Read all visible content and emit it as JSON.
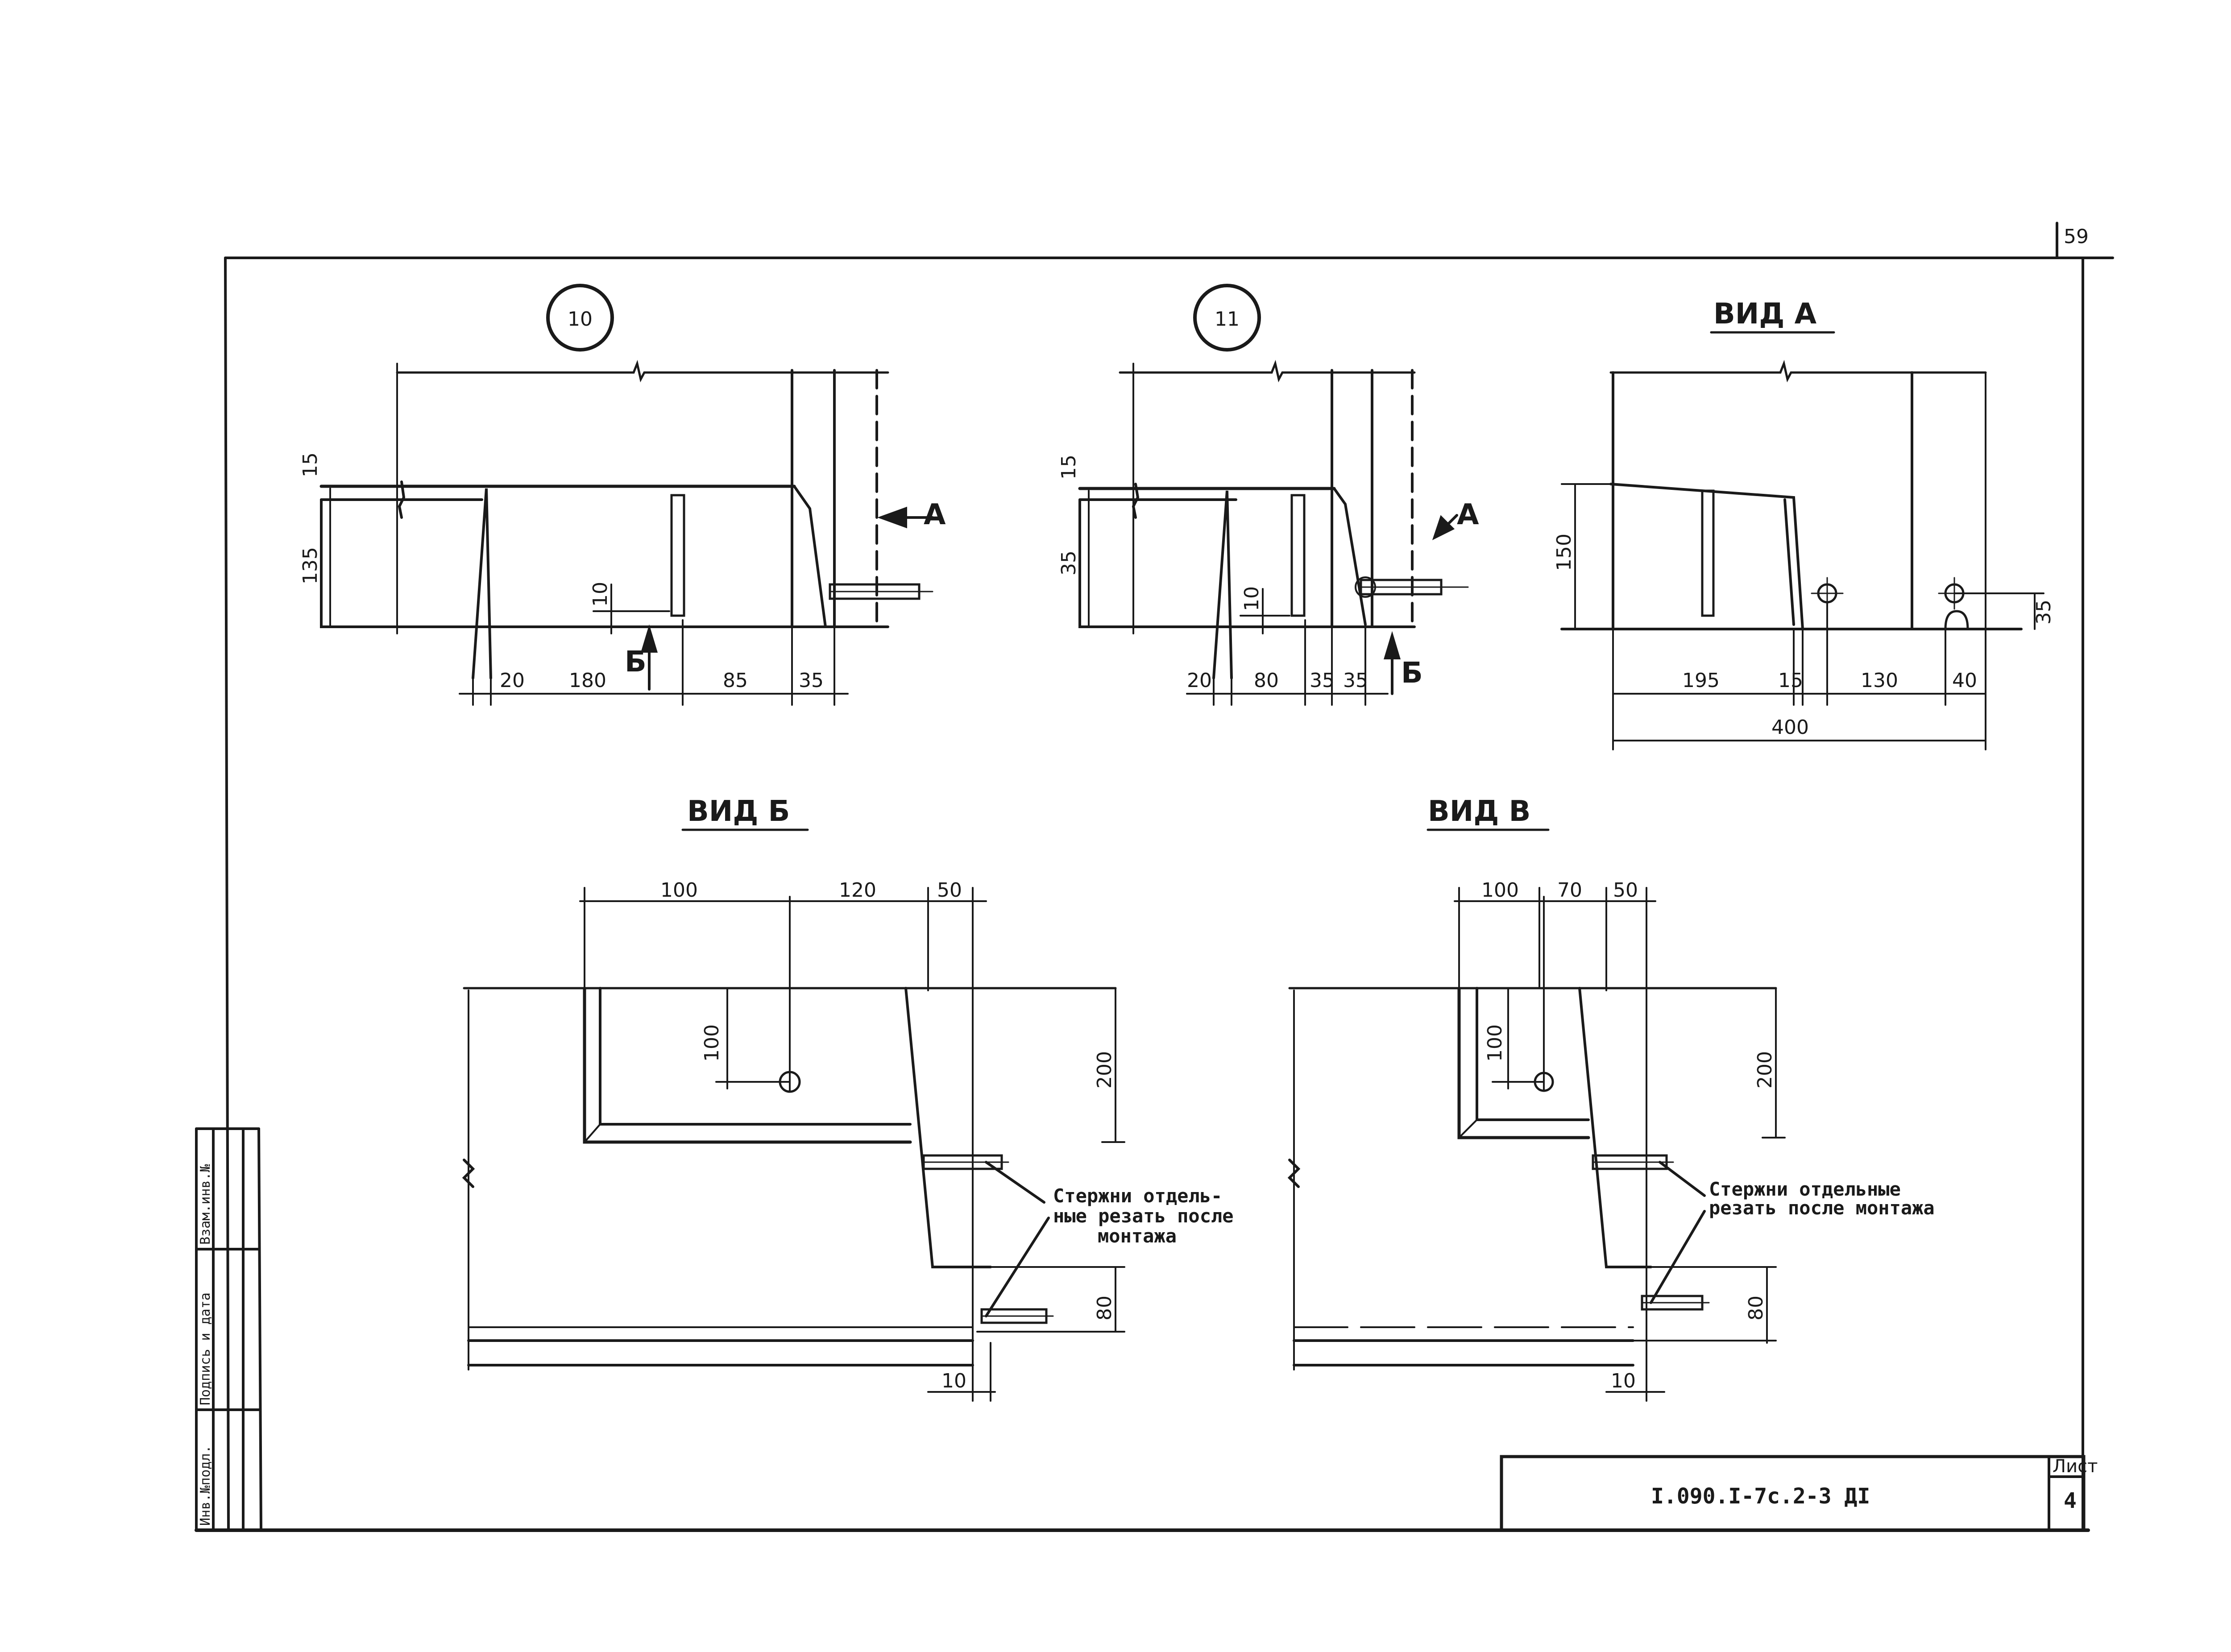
{
  "page_number": "59",
  "detail_10": {
    "number": "10"
  },
  "detail_11": {
    "number": "11"
  },
  "view_a": {
    "title": "ВИД А"
  },
  "view_b": {
    "title": "ВИД Б"
  },
  "view_v": {
    "title": "ВИД В"
  },
  "marks": {
    "arrow_a": "A",
    "arrow_b": "Б"
  },
  "dims_10": {
    "h_top": "15",
    "h_main": "135",
    "h_small": "10",
    "d1": "20",
    "d2": "180",
    "d3": "85",
    "d4": "35"
  },
  "dims_11": {
    "h_top": "15",
    "h_main": "35",
    "h_small": "10",
    "d1": "20",
    "d2": "80",
    "d3": "35",
    "d4": "35"
  },
  "dims_a": {
    "h_main": "150",
    "h_right": "35",
    "d1": "195",
    "d2": "15",
    "d3": "130",
    "d4": "40",
    "total": "400"
  },
  "dims_b": {
    "t1": "100",
    "t2": "120",
    "t3": "50",
    "v1": "100",
    "h_main": "200",
    "h_low": "80",
    "bottom": "10"
  },
  "dims_v": {
    "t1": "100",
    "t2": "70",
    "t3": "50",
    "v1": "100",
    "h_main": "200",
    "h_low": "80",
    "bottom": "10"
  },
  "note_b": {
    "line1": "Стержни отдель-",
    "line2": "ные резать после",
    "line3": "монтажа"
  },
  "note_v": {
    "line1": "Стержни отдельные",
    "line2": "резать после монтажа"
  },
  "stamp": {
    "code": "I.090.I-7c.2-3 ДI",
    "sheet_label": "Лист",
    "sheet_number": "4"
  },
  "sidebar": {
    "lbl1": "Инв.№подл.",
    "lbl2": "Подпись и дата",
    "lbl3": "Взам.инв.№"
  }
}
